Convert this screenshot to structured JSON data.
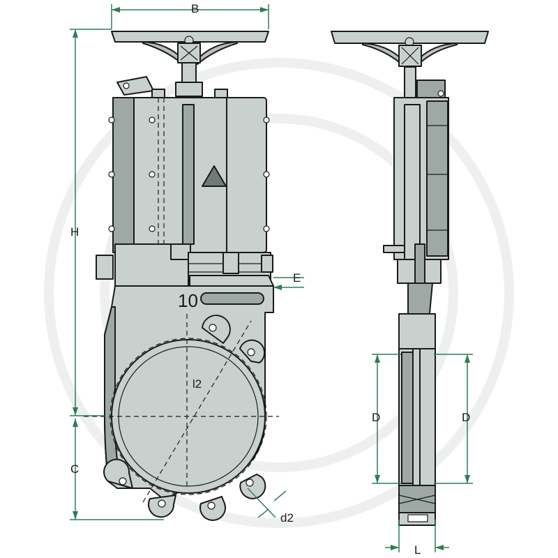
{
  "labels": {
    "B": "B",
    "H": "H",
    "C": "C",
    "E": "E",
    "number": "10",
    "l2": "l2",
    "D_left": "D",
    "D_right": "D",
    "d2": "d2",
    "L": "L"
  },
  "colors": {
    "body_fill": "#c9d1cf",
    "body_shadow": "#9ea9a6",
    "outline": "#1a1a1a",
    "dimension_line": "#2e7d57",
    "watermark": "#eef0ef"
  }
}
